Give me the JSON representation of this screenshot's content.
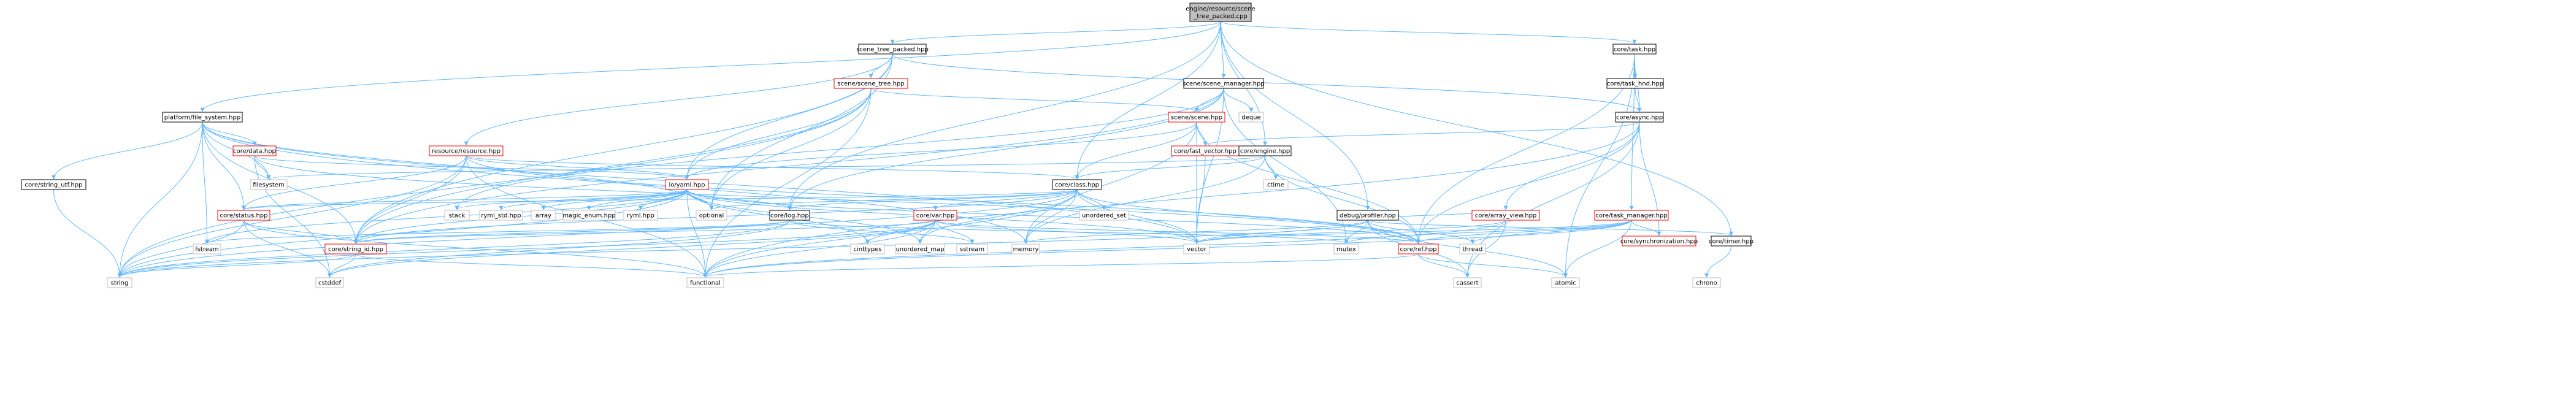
{
  "nodes": [
    {
      "id": "root",
      "lines": [
        "engine/resource/scene",
        "_tree_packed.cpp"
      ],
      "kind": "root"
    },
    {
      "id": "stp",
      "lines": [
        "scene_tree_packed.hpp"
      ],
      "kind": "plain"
    },
    {
      "id": "smgr",
      "lines": [
        "scene/scene_manager.hpp"
      ],
      "kind": "plain"
    },
    {
      "id": "task",
      "lines": [
        "core/task.hpp"
      ],
      "kind": "plain"
    },
    {
      "id": "stree",
      "lines": [
        "scene/scene_tree.hpp"
      ],
      "kind": "red"
    },
    {
      "id": "pfs",
      "lines": [
        "platform/file_system.hpp"
      ],
      "kind": "plain"
    },
    {
      "id": "scene",
      "lines": [
        "scene/scene.hpp"
      ],
      "kind": "red"
    },
    {
      "id": "deque",
      "lines": [
        "deque"
      ],
      "kind": "sys"
    },
    {
      "id": "thnd",
      "lines": [
        "core/task_hnd.hpp"
      ],
      "kind": "plain"
    },
    {
      "id": "async",
      "lines": [
        "core/async.hpp"
      ],
      "kind": "plain"
    },
    {
      "id": "data",
      "lines": [
        "core/data.hpp"
      ],
      "kind": "red"
    },
    {
      "id": "res",
      "lines": [
        "resource/resource.hpp"
      ],
      "kind": "red"
    },
    {
      "id": "fvec",
      "lines": [
        "core/fast_vector.hpp"
      ],
      "kind": "red"
    },
    {
      "id": "engine",
      "lines": [
        "core/engine.hpp"
      ],
      "kind": "plain"
    },
    {
      "id": "sutf",
      "lines": [
        "core/string_utf.hpp"
      ],
      "kind": "plain"
    },
    {
      "id": "fsys",
      "lines": [
        "filesystem"
      ],
      "kind": "sys"
    },
    {
      "id": "ctime",
      "lines": [
        "ctime"
      ],
      "kind": "sys"
    },
    {
      "id": "yaml",
      "lines": [
        "io/yaml.hpp"
      ],
      "kind": "red"
    },
    {
      "id": "class",
      "lines": [
        "core/class.hpp"
      ],
      "kind": "plain"
    },
    {
      "id": "prof",
      "lines": [
        "debug/profiler.hpp"
      ],
      "kind": "plain"
    },
    {
      "id": "tmgr",
      "lines": [
        "core/task_manager.hpp"
      ],
      "kind": "red"
    },
    {
      "id": "status",
      "lines": [
        "core/status.hpp"
      ],
      "kind": "red"
    },
    {
      "id": "stack",
      "lines": [
        "stack"
      ],
      "kind": "sys"
    },
    {
      "id": "ryml_std",
      "lines": [
        "ryml_std.hpp"
      ],
      "kind": "sys"
    },
    {
      "id": "array",
      "lines": [
        "array"
      ],
      "kind": "sys"
    },
    {
      "id": "magic",
      "lines": [
        "magic_enum.hpp"
      ],
      "kind": "sys"
    },
    {
      "id": "ryml",
      "lines": [
        "ryml.hpp"
      ],
      "kind": "sys"
    },
    {
      "id": "optional",
      "lines": [
        "optional"
      ],
      "kind": "sys"
    },
    {
      "id": "log",
      "lines": [
        "core/log.hpp"
      ],
      "kind": "plain"
    },
    {
      "id": "var",
      "lines": [
        "core/var.hpp"
      ],
      "kind": "red"
    },
    {
      "id": "uset",
      "lines": [
        "unordered_set"
      ],
      "kind": "sys"
    },
    {
      "id": "aview",
      "lines": [
        "core/array_view.hpp"
      ],
      "kind": "red"
    },
    {
      "id": "sync",
      "lines": [
        "core/synchronization.hpp"
      ],
      "kind": "red"
    },
    {
      "id": "timer",
      "lines": [
        "core/timer.hpp"
      ],
      "kind": "plain"
    },
    {
      "id": "fstream",
      "lines": [
        "fstream"
      ],
      "kind": "sys"
    },
    {
      "id": "sid",
      "lines": [
        "core/string_id.hpp"
      ],
      "kind": "red"
    },
    {
      "id": "cinttypes",
      "lines": [
        "cinttypes"
      ],
      "kind": "sys"
    },
    {
      "id": "umap",
      "lines": [
        "unordered_map"
      ],
      "kind": "sys"
    },
    {
      "id": "sstream",
      "lines": [
        "sstream"
      ],
      "kind": "sys"
    },
    {
      "id": "memory",
      "lines": [
        "memory"
      ],
      "kind": "sys"
    },
    {
      "id": "vector",
      "lines": [
        "vector"
      ],
      "kind": "sys"
    },
    {
      "id": "mutex",
      "lines": [
        "mutex"
      ],
      "kind": "sys"
    },
    {
      "id": "ref",
      "lines": [
        "core/ref.hpp"
      ],
      "kind": "red"
    },
    {
      "id": "thread",
      "lines": [
        "thread"
      ],
      "kind": "sys"
    },
    {
      "id": "string",
      "lines": [
        "string"
      ],
      "kind": "sys"
    },
    {
      "id": "cstddef",
      "lines": [
        "cstddef"
      ],
      "kind": "sys"
    },
    {
      "id": "functional",
      "lines": [
        "functional"
      ],
      "kind": "sys"
    },
    {
      "id": "cassert",
      "lines": [
        "cassert"
      ],
      "kind": "sys"
    },
    {
      "id": "atomic",
      "lines": [
        "atomic"
      ],
      "kind": "sys"
    },
    {
      "id": "chrono",
      "lines": [
        "chrono"
      ],
      "kind": "sys"
    }
  ],
  "edges": [
    [
      "root",
      "stp"
    ],
    [
      "root",
      "smgr"
    ],
    [
      "root",
      "task"
    ],
    [
      "root",
      "pfs"
    ],
    [
      "root",
      "engine"
    ],
    [
      "root",
      "class"
    ],
    [
      "root",
      "prof"
    ],
    [
      "root",
      "log"
    ],
    [
      "root",
      "timer"
    ],
    [
      "stp",
      "stree"
    ],
    [
      "stp",
      "res"
    ],
    [
      "stp",
      "async"
    ],
    [
      "stp",
      "yaml"
    ],
    [
      "stp",
      "sid"
    ],
    [
      "stp",
      "optional"
    ],
    [
      "stree",
      "scene"
    ],
    [
      "stree",
      "yaml"
    ],
    [
      "stree",
      "sid"
    ],
    [
      "stree",
      "optional"
    ],
    [
      "stree",
      "string"
    ],
    [
      "stree",
      "functional"
    ],
    [
      "smgr",
      "scene"
    ],
    [
      "smgr",
      "deque"
    ],
    [
      "smgr",
      "mutex"
    ],
    [
      "smgr",
      "vector"
    ],
    [
      "smgr",
      "stack"
    ],
    [
      "smgr",
      "log"
    ],
    [
      "smgr",
      "sid"
    ],
    [
      "scene",
      "fvec"
    ],
    [
      "scene",
      "class"
    ],
    [
      "scene",
      "memory"
    ],
    [
      "scene",
      "vector"
    ],
    [
      "scene",
      "ref"
    ],
    [
      "scene",
      "yaml"
    ],
    [
      "task",
      "thnd"
    ],
    [
      "task",
      "async"
    ],
    [
      "task",
      "tmgr"
    ],
    [
      "task",
      "ref"
    ],
    [
      "task",
      "atomic"
    ],
    [
      "thnd",
      "async"
    ],
    [
      "async",
      "fvec"
    ],
    [
      "async",
      "aview"
    ],
    [
      "async",
      "sync"
    ],
    [
      "async",
      "ref"
    ],
    [
      "async",
      "cassert"
    ],
    [
      "async",
      "functional"
    ],
    [
      "pfs",
      "data"
    ],
    [
      "pfs",
      "sutf"
    ],
    [
      "pfs",
      "fsys"
    ],
    [
      "pfs",
      "status"
    ],
    [
      "pfs",
      "sid"
    ],
    [
      "pfs",
      "string"
    ],
    [
      "pfs",
      "vector"
    ],
    [
      "pfs",
      "fstream"
    ],
    [
      "pfs",
      "memory"
    ],
    [
      "pfs",
      "optional"
    ],
    [
      "data",
      "fsys"
    ],
    [
      "data",
      "yaml"
    ],
    [
      "data",
      "cstddef"
    ],
    [
      "data",
      "ref"
    ],
    [
      "res",
      "class"
    ],
    [
      "res",
      "yaml"
    ],
    [
      "res",
      "status"
    ],
    [
      "res",
      "sid"
    ],
    [
      "res",
      "ref"
    ],
    [
      "res",
      "string"
    ],
    [
      "res",
      "functional"
    ],
    [
      "fvec",
      "vector"
    ],
    [
      "engine",
      "class"
    ],
    [
      "engine",
      "ctime"
    ],
    [
      "engine",
      "ref"
    ],
    [
      "engine",
      "memory"
    ],
    [
      "engine",
      "fsys"
    ],
    [
      "sutf",
      "string"
    ],
    [
      "yaml",
      "status"
    ],
    [
      "yaml",
      "sid"
    ],
    [
      "yaml",
      "stack"
    ],
    [
      "yaml",
      "ryml_std"
    ],
    [
      "yaml",
      "array"
    ],
    [
      "yaml",
      "magic"
    ],
    [
      "yaml",
      "ryml"
    ],
    [
      "yaml",
      "optional"
    ],
    [
      "yaml",
      "log"
    ],
    [
      "yaml",
      "ref"
    ],
    [
      "yaml",
      "cinttypes"
    ],
    [
      "yaml",
      "vector"
    ],
    [
      "yaml",
      "umap"
    ],
    [
      "yaml",
      "fstream"
    ],
    [
      "yaml",
      "string"
    ],
    [
      "yaml",
      "functional"
    ],
    [
      "class",
      "optional"
    ],
    [
      "class",
      "log"
    ],
    [
      "class",
      "var"
    ],
    [
      "class",
      "uset"
    ],
    [
      "class",
      "umap"
    ],
    [
      "class",
      "memory"
    ],
    [
      "class",
      "vector"
    ],
    [
      "class",
      "functional"
    ],
    [
      "class",
      "ref"
    ],
    [
      "class",
      "sid"
    ],
    [
      "class",
      "status"
    ],
    [
      "class",
      "string"
    ],
    [
      "prof",
      "vector"
    ],
    [
      "prof",
      "memory"
    ],
    [
      "prof",
      "thread"
    ],
    [
      "prof",
      "mutex"
    ],
    [
      "prof",
      "atomic"
    ],
    [
      "prof",
      "timer"
    ],
    [
      "prof",
      "aview"
    ],
    [
      "prof",
      "string"
    ],
    [
      "prof",
      "cassert"
    ],
    [
      "tmgr",
      "sync"
    ],
    [
      "tmgr",
      "ref"
    ],
    [
      "tmgr",
      "thread"
    ],
    [
      "tmgr",
      "vector"
    ],
    [
      "tmgr",
      "mutex"
    ],
    [
      "tmgr",
      "atomic"
    ],
    [
      "tmgr",
      "functional"
    ],
    [
      "status",
      "sid"
    ],
    [
      "status",
      "string"
    ],
    [
      "status",
      "cstddef"
    ],
    [
      "status",
      "functional"
    ],
    [
      "log",
      "sid"
    ],
    [
      "log",
      "mutex"
    ],
    [
      "log",
      "sstream"
    ],
    [
      "log",
      "string"
    ],
    [
      "log",
      "cstddef"
    ],
    [
      "log",
      "fstream"
    ],
    [
      "var",
      "sid"
    ],
    [
      "var",
      "ref"
    ],
    [
      "var",
      "cinttypes"
    ],
    [
      "var",
      "umap"
    ],
    [
      "var",
      "sstream"
    ],
    [
      "var",
      "vector"
    ],
    [
      "var",
      "functional"
    ],
    [
      "var",
      "cstddef"
    ],
    [
      "var",
      "string"
    ],
    [
      "aview",
      "vector"
    ],
    [
      "aview",
      "functional"
    ],
    [
      "aview",
      "cassert"
    ],
    [
      "timer",
      "chrono"
    ],
    [
      "sid",
      "string"
    ],
    [
      "sid",
      "cstddef"
    ],
    [
      "sid",
      "functional"
    ],
    [
      "ref",
      "atomic"
    ],
    [
      "ref",
      "cassert"
    ],
    [
      "ref",
      "functional"
    ]
  ]
}
